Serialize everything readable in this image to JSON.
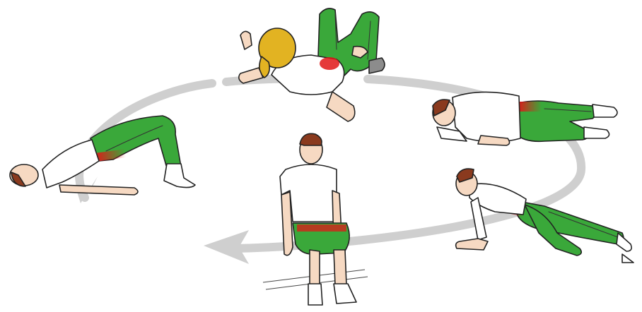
{
  "colors": {
    "background": "#ffffff",
    "cycle_arrow": "#cfcfcf",
    "pants": "#3aa83a",
    "pants_stripe": "#ffffff",
    "highlight": "#e01818",
    "shirt": "#ffffff",
    "skin": "#f6d9c2",
    "hair_blonde": "#e2b322",
    "hair_brown": "#8a3a1e",
    "shoe": "#8c8c8c"
  },
  "figures": [
    {
      "id": "supine-knee-hug",
      "icon": "exercise-figure"
    },
    {
      "id": "side-lying-stretch",
      "icon": "exercise-figure"
    },
    {
      "id": "lunge-stretch",
      "icon": "exercise-figure"
    },
    {
      "id": "seated-wall-squat",
      "icon": "exercise-figure"
    },
    {
      "id": "glute-bridge",
      "icon": "exercise-figure"
    }
  ]
}
